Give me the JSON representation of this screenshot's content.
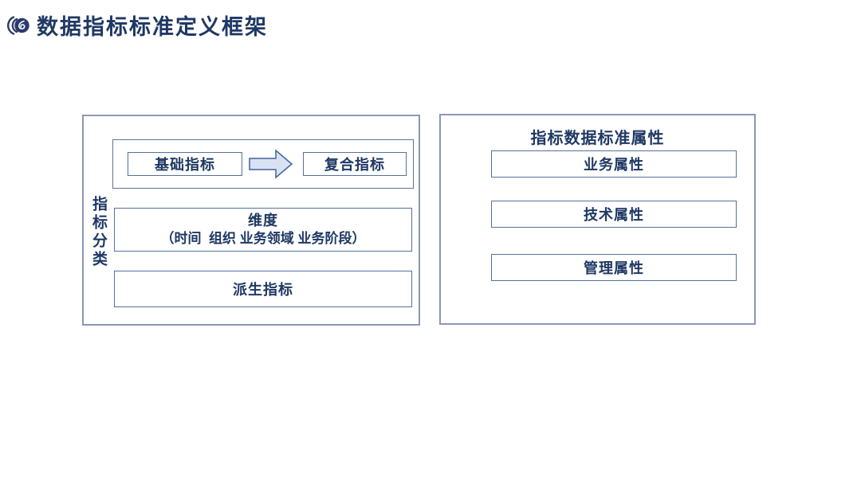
{
  "header": {
    "title": "数据指标标准定义框架"
  },
  "left_panel": {
    "side_label": "指标分类",
    "flow": {
      "source": "基础指标",
      "target": "复合指标"
    },
    "dimension": {
      "title": "维度",
      "detail": "（时间  组织 业务领域 业务阶段）"
    },
    "derived": "派生指标"
  },
  "right_panel": {
    "title": "指标数据标准属性",
    "items": [
      "业务属性",
      "技术属性",
      "管理属性"
    ]
  },
  "colors": {
    "text_navy": "#1f3864",
    "small_box_border": "#54719f",
    "outer_box_border": "#8a97b8",
    "arrow_fill": "#d9e2f3",
    "arrow_stroke": "#41629e",
    "logo_navy": "#2c3a6b"
  }
}
